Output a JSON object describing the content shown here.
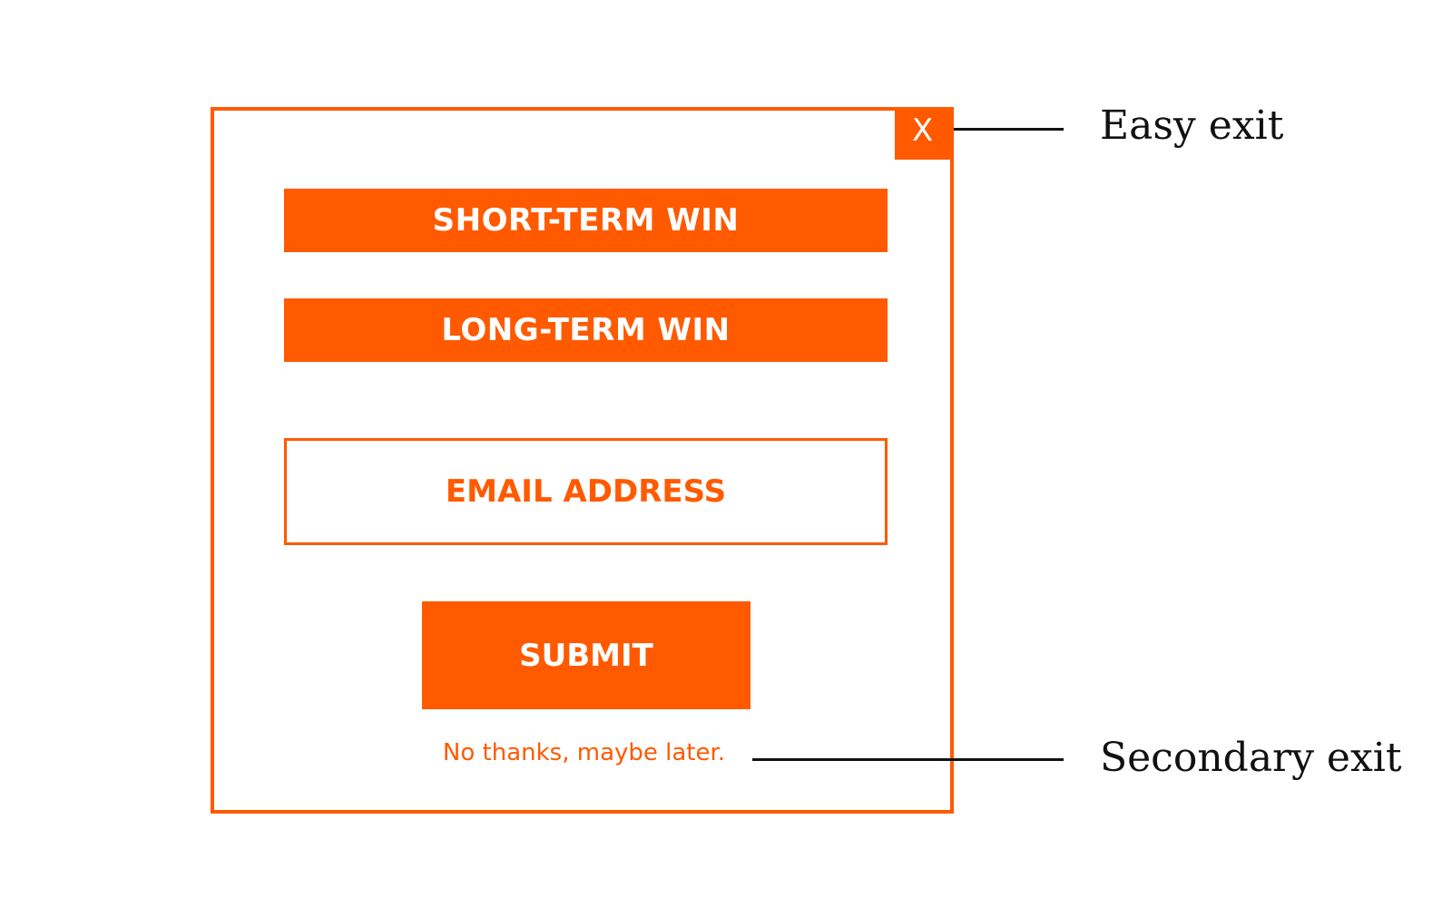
{
  "colors": {
    "accent": "#FF5A00",
    "text_dark": "#111111",
    "background": "#FFFFFF"
  },
  "popup": {
    "close_label": "X",
    "options": [
      {
        "label": "SHORT-TERM WIN"
      },
      {
        "label": "LONG-TERM WIN"
      }
    ],
    "email_placeholder": "EMAIL ADDRESS",
    "submit_label": "SUBMIT",
    "secondary_exit_text": "No thanks, maybe later."
  },
  "annotations": {
    "easy_exit": "Easy exit",
    "secondary_exit": "Secondary exit"
  }
}
